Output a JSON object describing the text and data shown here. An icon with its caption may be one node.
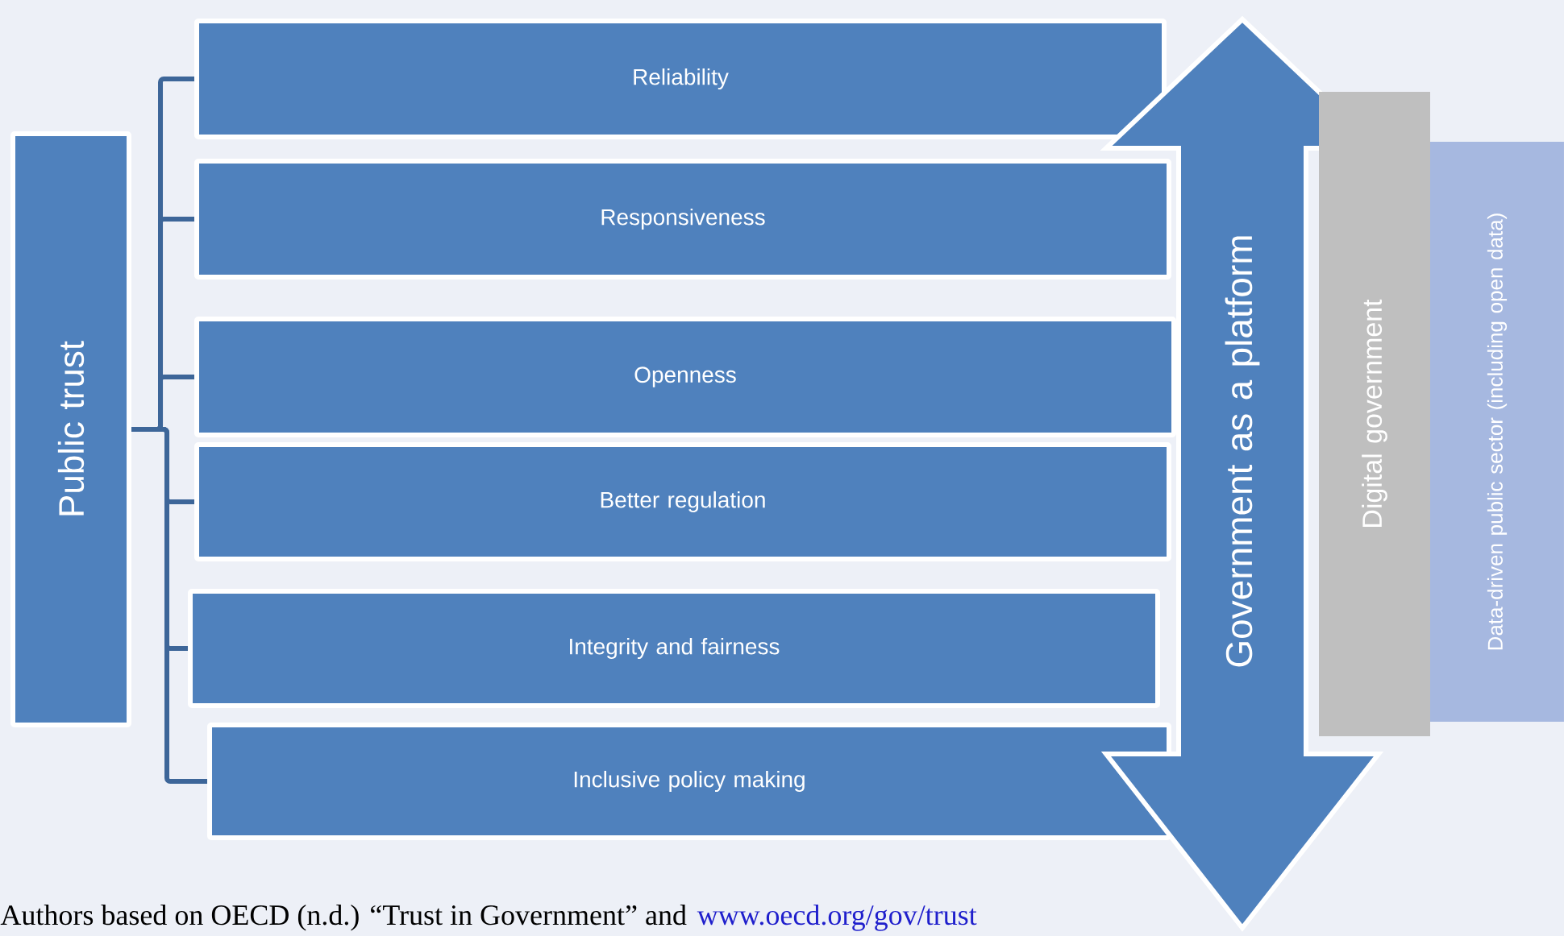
{
  "diagram": {
    "caption": "Authors based on OECD (n.d.) “Trust in Government” and",
    "nodes": [
      {
        "text": [
          "Public trust"
        ]
      },
      {
        "text": [
          "Reliability"
        ]
      },
      {
        "text": [
          "Responsiveness"
        ]
      },
      {
        "text": [
          "Openness"
        ]
      },
      {
        "text": [
          "Better regulation"
        ]
      },
      {
        "text": [
          "Integrity and fairness"
        ]
      },
      {
        "text": [
          "Inclusive policy making"
        ]
      },
      {
        "text": [
          "Government as a platform"
        ]
      },
      {
        "text": [
          "Digital government"
        ]
      },
      {
        "text": [
          "Data-driven public sector (including open data)"
        ]
      }
    ],
    "edges": [
      {
        "from": 0,
        "to": 1,
        "arrow": "none"
      },
      {
        "from": 0,
        "to": 2,
        "arrow": "none"
      },
      {
        "from": 0,
        "to": 3,
        "arrow": "none"
      },
      {
        "from": 0,
        "to": 4,
        "arrow": "none"
      },
      {
        "from": 0,
        "to": 5,
        "arrow": "none"
      },
      {
        "from": 0,
        "to": 6,
        "arrow": "none"
      }
    ],
    "labels": [
      "www.oecd.org/gov/trust"
    ]
  }
}
